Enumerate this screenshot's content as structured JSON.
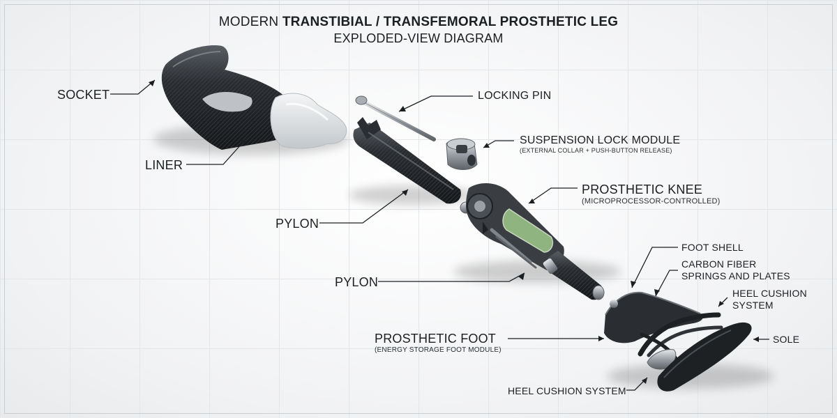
{
  "title": {
    "line1_prefix": "MODERN ",
    "line1_bold": "TRANSTIBIAL / TRANSFEMORAL PROSTHETIC LEG",
    "line2": "EXPLODED-VIEW DIAGRAM"
  },
  "labels": {
    "socket": "SOCKET",
    "liner": "LINER",
    "locking_pin": "LOCKING PIN",
    "suspension_lock": "SUSPENSION LOCK MODULE",
    "suspension_lock_sub": "(EXTERNAL COLLAR + PUSH-BUTTON RELEASE)",
    "pylon_upper": "PYLON",
    "prosthetic_knee": "PROSTHETIC KNEE",
    "prosthetic_knee_sub": "(MICROPROCESSOR-CONTROLLED)",
    "pylon_lower": "PYLON",
    "foot_shell": "FOOT SHELL",
    "carbon_fiber_1": "CARBON FIBER",
    "carbon_fiber_2": "SPRINGS AND PLATES",
    "heel_cushion_right_1": "HEEL CUSHION",
    "heel_cushion_right_2": "SYSTEM",
    "sole": "SOLE",
    "prosthetic_foot": "PROSTHETIC FOOT",
    "prosthetic_foot_sub": "(ENERGY STORAGE FOOT MODULE)",
    "heel_cushion_bottom": "HEEL CUSHION SYSTEM"
  },
  "colors": {
    "carbon": "#2a2d31",
    "liner": "#dfe2e4",
    "metal": "#9aa0a6",
    "accent_green": "#9fc98a",
    "line": "#1c1f22"
  }
}
